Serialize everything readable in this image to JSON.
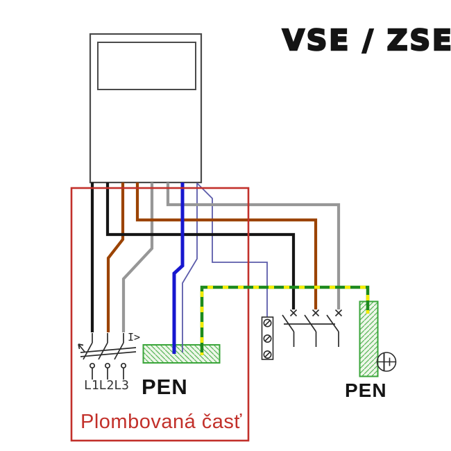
{
  "title": "VSE / ZSE",
  "sealed_area": {
    "label": "Plombovaná časť"
  },
  "labels": {
    "pen_left": "PEN",
    "pen_right": "PEN",
    "overcurrent": "I>",
    "phase_sequence": "L1L2L3"
  },
  "wires": {
    "l1": "black",
    "l2": "brown",
    "l3": "gray",
    "neutral": "blue",
    "aux_links": "navy",
    "protective_earth": "green-yellow dashed"
  },
  "colors": {
    "phase_black": "#161616",
    "phase_brown": "#9b4300",
    "phase_gray": "#979797",
    "neutral_blue": "#1717cf",
    "aux_navy": "#5b5baa",
    "pe_green": "#1d8a1d",
    "pe_yellow": "#f3ec00",
    "sealed_box_red": "#c2302a",
    "meter_outline": "#4a4a4a",
    "symbol_dark": "#2b2b2b",
    "busbar_green": "#3aa53a"
  }
}
